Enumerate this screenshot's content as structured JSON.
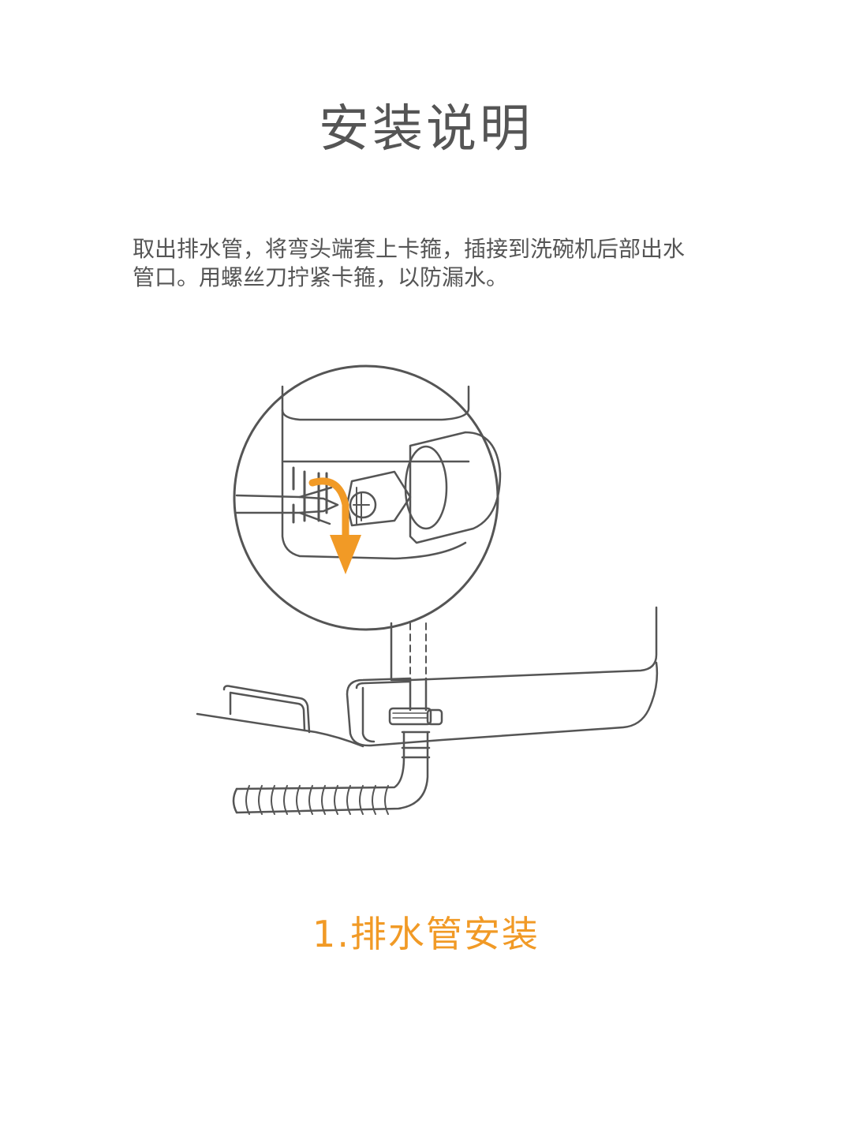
{
  "page": {
    "title": "安装说明"
  },
  "instructions": {
    "lines": [
      "取出排水管，将弯头端套上卡箍，插接到洗碗机后部出水",
      "管口。用螺丝刀拧紧卡箍，以防漏水。"
    ]
  },
  "illustration": {
    "icons": [
      "magnifier-circle",
      "screwdriver-icon",
      "rotate-arrow-icon",
      "hose-clamp-icon",
      "drain-hose-icon",
      "dishwasher-base"
    ]
  },
  "step": {
    "caption": "1.排水管安装"
  },
  "colors": {
    "accent": "#f19a26",
    "text": "#555555",
    "line": "#555555"
  }
}
